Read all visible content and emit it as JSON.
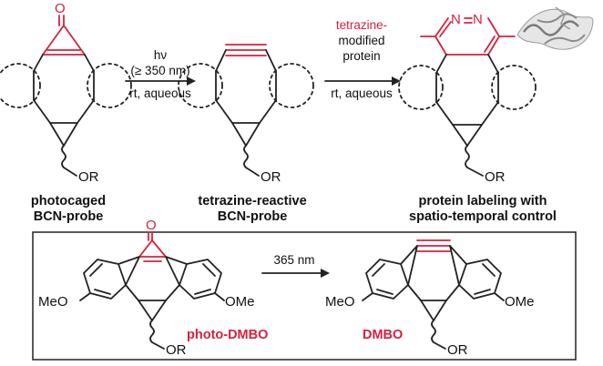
{
  "colors": {
    "accent_red": "#d6213e",
    "bond": "#222222",
    "background": "#ffffff"
  },
  "top_scheme": {
    "step1": {
      "line1": "hν",
      "line2": "(≥ 350 nm)",
      "below": "rt, aqueous"
    },
    "step2": {
      "red_part": "tetrazine-",
      "line2": "modified",
      "line3": "protein",
      "below": "rt, aqueous"
    },
    "compound1": {
      "substituent": "OR",
      "oxygen": "O",
      "name_line1": "photocaged",
      "name_line2": "BCN-probe"
    },
    "compound2": {
      "substituent": "OR",
      "name_line1": "tetrazine-reactive",
      "name_line2": "BCN-probe"
    },
    "compound3": {
      "substituent": "OR",
      "nitrogen_1": "N",
      "nitrogen_2": "N",
      "name_line1": "protein labeling with",
      "name_line2": "spatio-temporal control",
      "protein_icon": "protein-ribbon-icon"
    }
  },
  "box_scheme": {
    "arrow_label": "365 nm",
    "left": {
      "oxygen": "O",
      "meo_left": "MeO",
      "meo_right": "OMe",
      "substituent": "OR",
      "name": "photo-DMBO"
    },
    "right": {
      "meo_left": "MeO",
      "meo_right": "OMe",
      "substituent": "OR",
      "name": "DMBO"
    }
  }
}
